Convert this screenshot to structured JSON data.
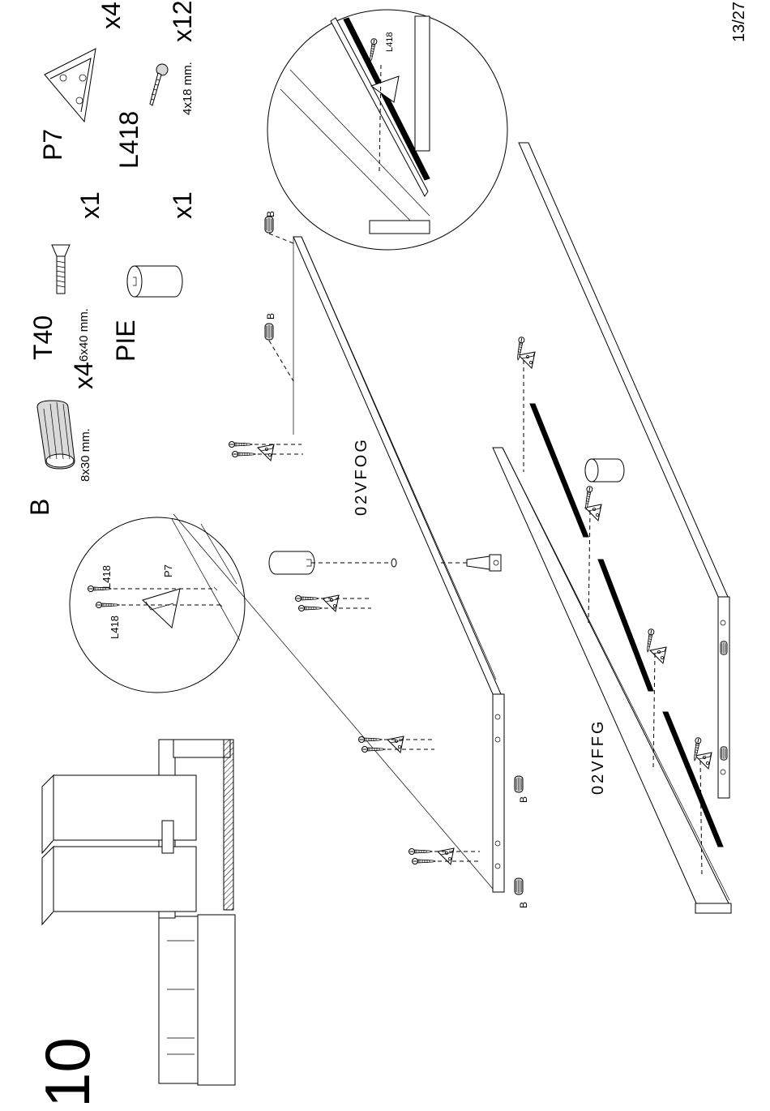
{
  "page": {
    "number": "13/27",
    "step": "10"
  },
  "parts": [
    {
      "code": "P7",
      "qty": "x4",
      "size": ""
    },
    {
      "code": "L418",
      "qty": "x12",
      "size": "4x18 mm."
    },
    {
      "code": "T40",
      "qty": "x1",
      "size": "6x40 mm."
    },
    {
      "code": "PIE",
      "qty": "x1",
      "size": ""
    },
    {
      "code": "B",
      "qty": "x4",
      "size": "8x30 mm."
    }
  ],
  "panels": {
    "upper": "02VFOG",
    "lower": "02VFFG"
  },
  "callouts": {
    "b": "B",
    "l418": "L418",
    "p7": "P7"
  }
}
